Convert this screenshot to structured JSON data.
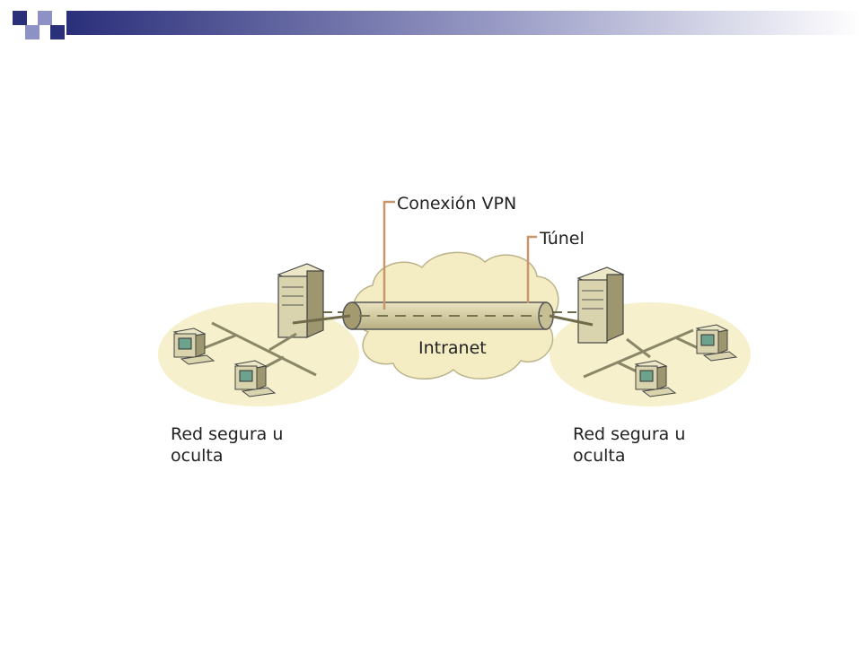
{
  "header": {
    "bar_gradient": [
      "#2a2f7a",
      "#ffffff"
    ],
    "squares_color": "#2a2f7a",
    "squares_accent": "#8d91c4"
  },
  "diagram": {
    "vpn_label": "Conexión VPN",
    "tunnel_label": "Túnel",
    "intranet_label": "Intranet",
    "left_network": {
      "line1": "Red segura u",
      "line2": "oculta"
    },
    "right_network": {
      "line1": "Red segura u",
      "line2": "oculta"
    },
    "colors": {
      "cloud": "#f4edc4",
      "network_ellipse": "#f6f1cc",
      "tunnel": "#d8d1a6",
      "server": "#d9d4ae",
      "callout_line": "#c8966a"
    }
  }
}
